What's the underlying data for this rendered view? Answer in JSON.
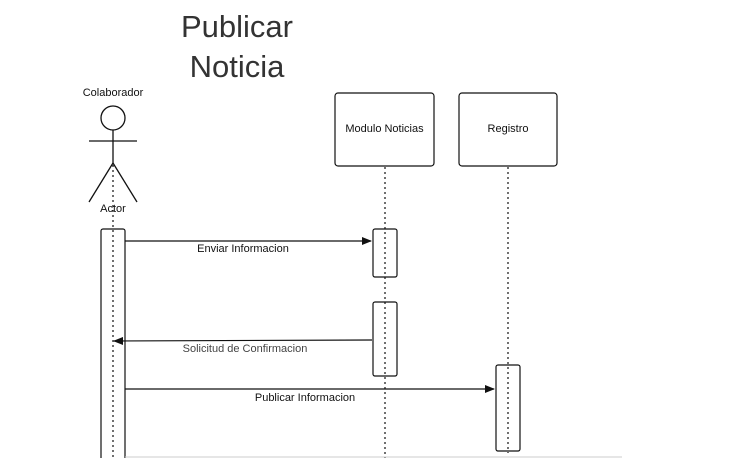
{
  "title": {
    "line1": "Publicar",
    "line2": "Noticia"
  },
  "actor": {
    "name": "Colaborador",
    "label": "Actor"
  },
  "participants": [
    {
      "label": "Modulo Noticias"
    },
    {
      "label": "Registro"
    }
  ],
  "messages": [
    {
      "label": "Enviar Informacion"
    },
    {
      "label": "Solicitud de Confirmacion"
    },
    {
      "label": "Publicar Informacion"
    }
  ],
  "colors": {
    "stroke": "#111111",
    "title": "#333333",
    "background": "#ffffff"
  }
}
